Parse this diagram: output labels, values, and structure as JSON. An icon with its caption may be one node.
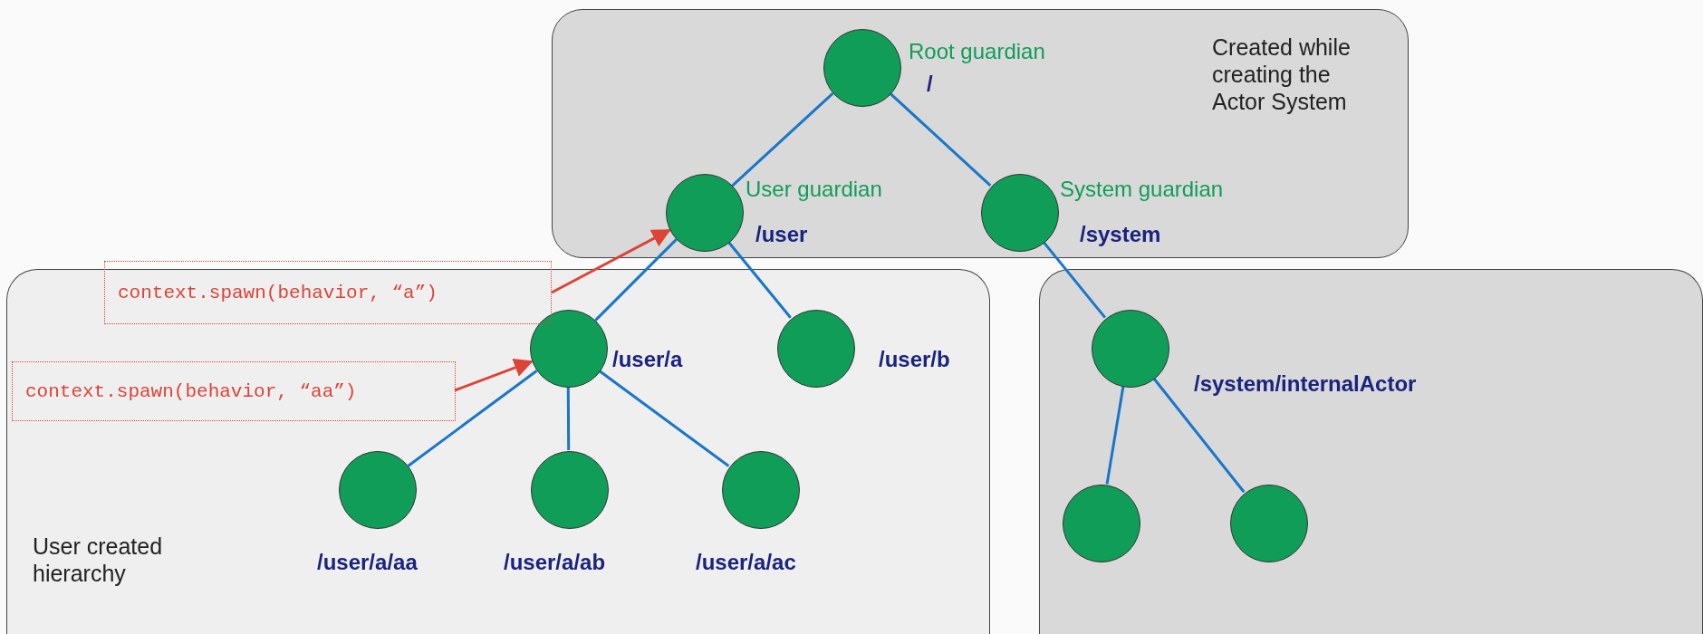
{
  "diagram": {
    "nodes": [
      {
        "text": [
          "Created while creating the Actor System"
        ]
      },
      {
        "text": [],
        "shape": "circle",
        "in": 0,
        "beside": [
          "Root guardian",
          "/"
        ]
      },
      {
        "text": [],
        "shape": "circle",
        "in": 0,
        "beside": [
          "User guardian",
          "/user"
        ]
      },
      {
        "text": [],
        "shape": "circle",
        "in": 0,
        "beside": [
          "System guardian",
          "/system"
        ]
      },
      {
        "text": [
          "User created hierarchy"
        ]
      },
      {
        "text": [
          "context.spawn(behavior, “a”)"
        ]
      },
      {
        "text": [],
        "shape": "circle",
        "in": 4,
        "beside": [
          "/user/a"
        ]
      },
      {
        "text": [],
        "shape": "circle",
        "in": 4,
        "beside": [
          "/user/b"
        ]
      },
      {
        "text": [
          "context.spawn(behavior, “aa”)"
        ],
        "in": 4
      },
      {
        "text": [],
        "shape": "circle",
        "in": 4,
        "beside": [
          "/user/a/aa"
        ]
      },
      {
        "text": [],
        "shape": "circle",
        "in": 4,
        "beside": [
          "/user/a/ab"
        ]
      },
      {
        "text": [],
        "shape": "circle",
        "in": 4,
        "beside": [
          "/user/a/ac"
        ]
      },
      {
        "text": [],
        "shape": "box"
      },
      {
        "text": [],
        "shape": "circle",
        "in": 12,
        "beside": [
          "/system/internalActor"
        ]
      },
      {
        "text": [],
        "shape": "circle",
        "in": 12
      },
      {
        "text": [],
        "shape": "circle",
        "in": 12
      }
    ],
    "edges": [
      {
        "from": 1,
        "to": 2,
        "arrow": "none"
      },
      {
        "from": 1,
        "to": 3,
        "arrow": "none"
      },
      {
        "from": 2,
        "to": 6,
        "arrow": "none"
      },
      {
        "from": 2,
        "to": 7,
        "arrow": "none"
      },
      {
        "from": 3,
        "to": 13,
        "arrow": "none"
      },
      {
        "from": 6,
        "to": 9,
        "arrow": "none"
      },
      {
        "from": 6,
        "to": 10,
        "arrow": "none"
      },
      {
        "from": 6,
        "to": 11,
        "arrow": "none"
      },
      {
        "from": 13,
        "to": 14,
        "arrow": "none"
      },
      {
        "from": 13,
        "to": 15,
        "arrow": "none"
      },
      {
        "from": 5,
        "to": 2,
        "arrow": "to",
        "color": "#db4437"
      },
      {
        "from": 8,
        "to": 6,
        "arrow": "to",
        "color": "#db4437"
      }
    ]
  }
}
